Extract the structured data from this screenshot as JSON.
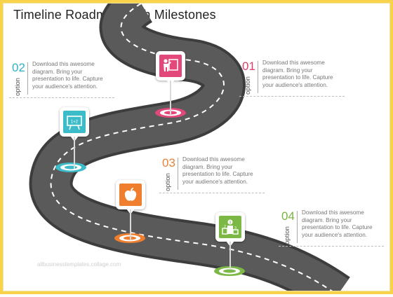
{
  "title": "Timeline Roadmap With Milestones",
  "watermark": "allbusinesstemplates.collage.com",
  "options": [
    {
      "num": "01",
      "word": "option",
      "color": "#d9406a",
      "text": "Download this awesome diagram. Bring your presentation to life. Capture your audience's attention."
    },
    {
      "num": "02",
      "word": "option",
      "color": "#2fb3c4",
      "text": "Download this awesome diagram. Bring your presentation to life. Capture your audience's attention."
    },
    {
      "num": "03",
      "word": "option",
      "color": "#e8823a",
      "text": "Download this awesome diagram. Bring your presentation to life. Capture your audience's attention."
    },
    {
      "num": "04",
      "word": "option",
      "color": "#7cb342",
      "text": "Download this awesome diagram. Bring your presentation to life. Capture your audience's attention."
    }
  ],
  "pins": [
    {
      "icon": "presenter-icon",
      "color": "#e2487a"
    },
    {
      "icon": "whiteboard-icon",
      "color": "#3cbcc8"
    },
    {
      "icon": "apple-icon",
      "color": "#ef7f2e"
    },
    {
      "icon": "podium-icon",
      "color": "#7cb845"
    }
  ],
  "pin_glyphs": {
    "podium_numbers": [
      "1",
      "2",
      "3"
    ],
    "board_text": "1+2"
  }
}
